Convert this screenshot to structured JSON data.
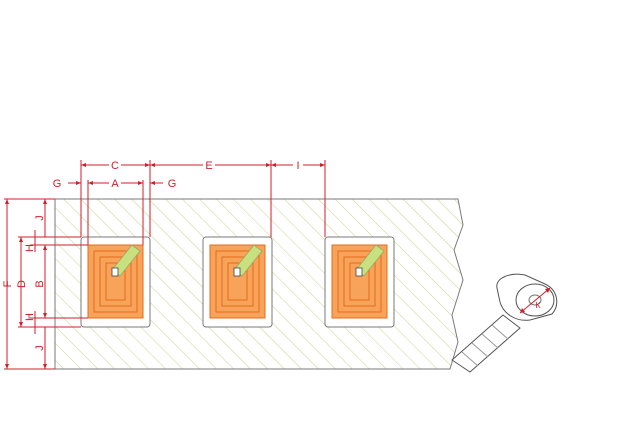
{
  "colors": {
    "background": "#ffffff",
    "dimension_line": "#d21e2a",
    "hatch": "#c5d38a",
    "outline": "#7a7a7a",
    "antenna_light": "#f7a35a",
    "antenna_dark": "#e76b1a",
    "chip_strip": "#c8e080"
  },
  "labels": {
    "A": "A",
    "B": "B",
    "C": "C",
    "D": "D",
    "E": "E",
    "F": "F",
    "G_left": "G",
    "G_right": "G",
    "H_top": "H",
    "H_bottom": "H",
    "I": "I",
    "J_top": "J",
    "J_bottom": "J",
    "K": "K"
  },
  "tag_count": 3,
  "roll_icon": "label-roll-icon"
}
